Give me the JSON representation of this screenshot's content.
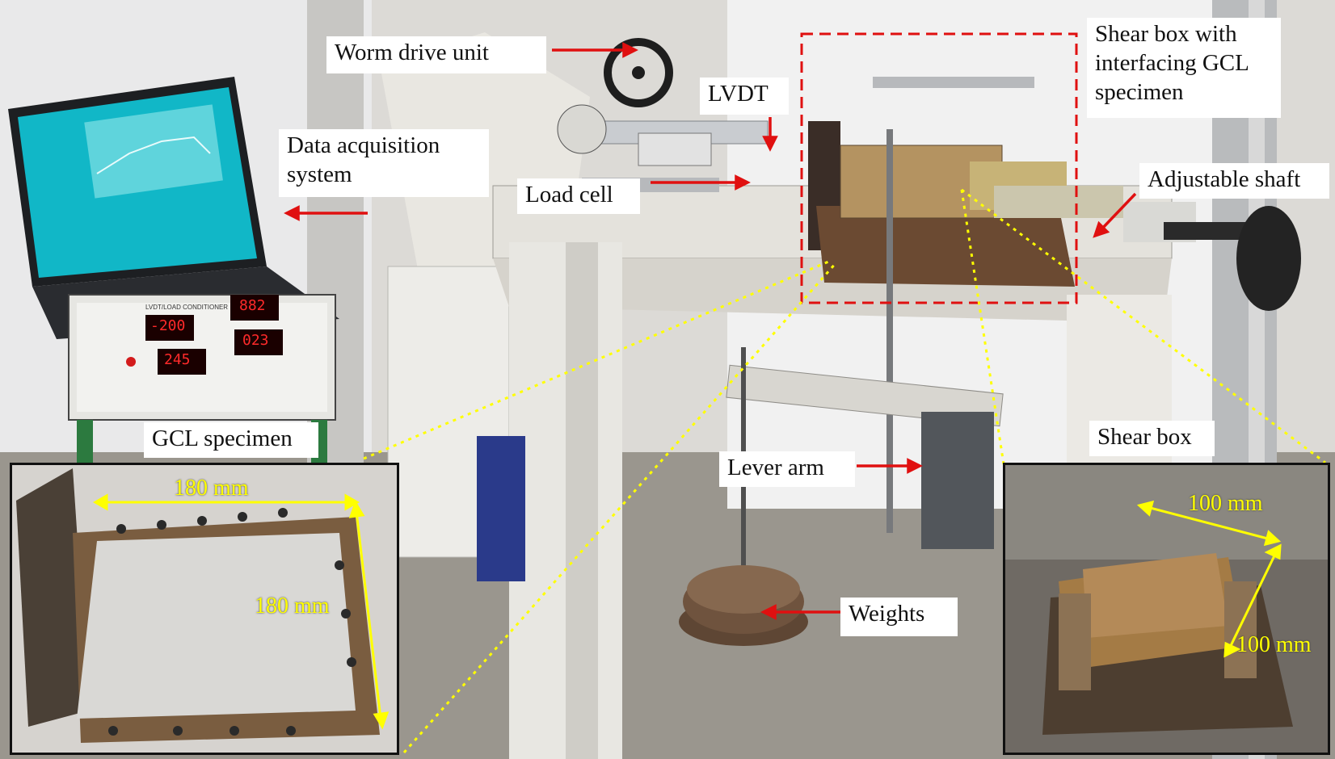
{
  "labels": {
    "worm_drive": "Worm drive unit",
    "lvdt": "LVDT",
    "shear_box_gcl": "Shear box with\ninterfacing GCL\nspecimen",
    "data_acquisition": "Data acquisition\nsystem",
    "load_cell": "Load cell",
    "adjustable_shaft": "Adjustable shaft",
    "gcl_specimen": "GCL specimen",
    "shear_box": "Shear box",
    "lever_arm": "Lever arm",
    "weights": "Weights"
  },
  "dimensions": {
    "gcl_width": "180 mm",
    "gcl_length": "180 mm",
    "box_width": "100 mm",
    "box_length": "100 mm"
  },
  "displays": {
    "readout_1": "-200",
    "readout_2": "882",
    "readout_3": "245",
    "readout_4": "023",
    "panel_title": "LVDT/LOAD CONDITIONER"
  },
  "colors": {
    "arrow": "#e01010",
    "dimension": "#ffff00",
    "dashed_box": "#e01010",
    "callout": "#ffff00"
  }
}
